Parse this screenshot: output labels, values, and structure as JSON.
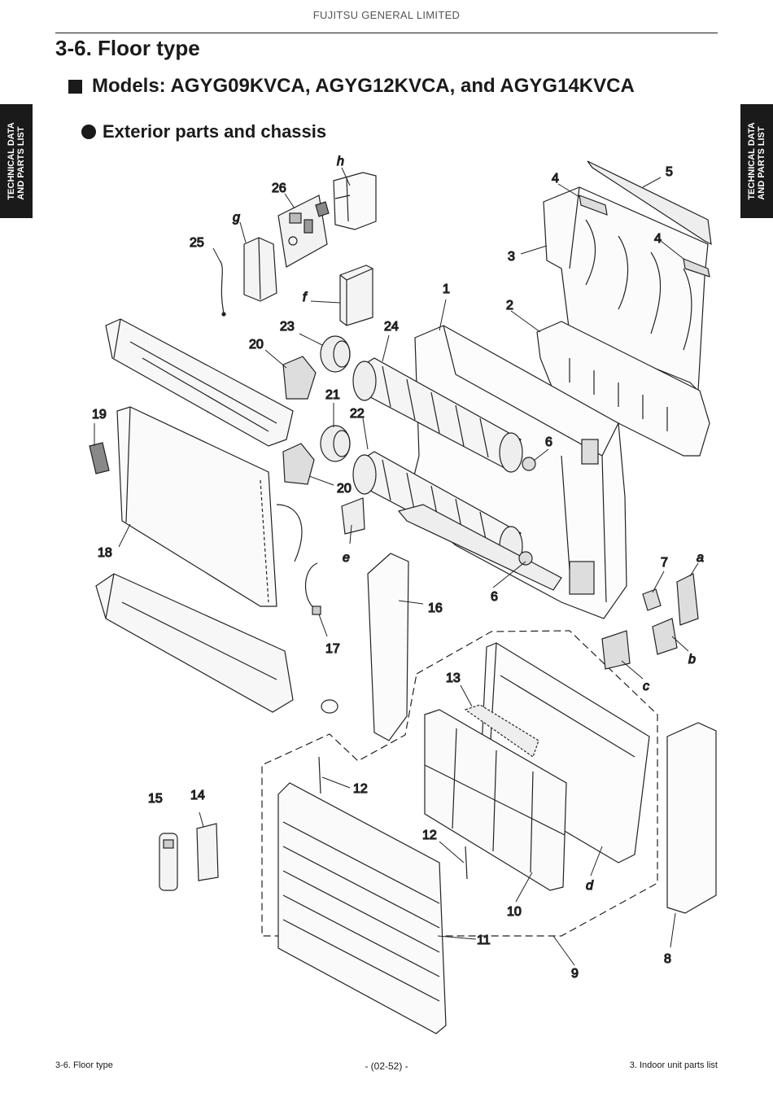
{
  "header": {
    "company": "FUJITSU GENERAL LIMITED"
  },
  "section": {
    "title": "3-6. Floor type"
  },
  "models": {
    "title": "Models: AGYG09KVCA, AGYG12KVCA, and AGYG14KVCA"
  },
  "subsection": {
    "title": "Exterior parts and chassis"
  },
  "side_tab": {
    "line1": "TECHNICAL DATA",
    "line2": "AND PARTS LIST"
  },
  "labels": {
    "h": "h",
    "g": "g",
    "f": "f",
    "e": "e",
    "a": "a",
    "b": "b",
    "c": "c",
    "d": "d",
    "n1": "1",
    "n2": "2",
    "n3": "3",
    "n4a": "4",
    "n4b": "4",
    "n5": "5",
    "n6a": "6",
    "n6b": "6",
    "n7": "7",
    "n8": "8",
    "n9": "9",
    "n10": "10",
    "n11": "11",
    "n12a": "12",
    "n12b": "12",
    "n13": "13",
    "n14": "14",
    "n15": "15",
    "n16": "16",
    "n17": "17",
    "n18": "18",
    "n19": "19",
    "n20a": "20",
    "n20b": "20",
    "n21": "21",
    "n22": "22",
    "n23": "23",
    "n24": "24",
    "n25": "25",
    "n26": "26"
  },
  "footer": {
    "left": "3-6. Floor type",
    "center": "- (02-52) -",
    "right": "3. Indoor unit parts list"
  }
}
